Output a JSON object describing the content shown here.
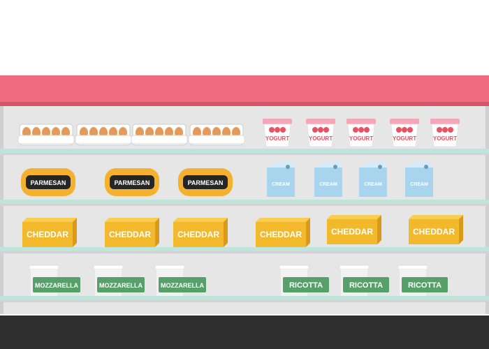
{
  "scene": {
    "colors": {
      "header_pink": "#f06a80",
      "back_wall": "#e6e6e6",
      "shelf_glass": "#bfe4d9",
      "shelf_edge": "#d3d3d3",
      "base_dark": "#2e2e2e",
      "egg": "#e39a5b",
      "egg_tray": "#ffffff",
      "parmesan": "#f4b12f",
      "parmesan_label": "#262626",
      "cream_carton": "#a8d4ee",
      "cheddar": "#f3b92d",
      "mozz_tub": "#f2f2f2",
      "mozz_label": "#58a06a",
      "ricotta_label": "#58a06a",
      "yogurt_lid": "#f7a6b7",
      "strawberry": "#e45463"
    },
    "shelf1": {
      "eggs": [
        {
          "name": "egg-carton"
        },
        {
          "name": "egg-carton"
        },
        {
          "name": "egg-carton"
        },
        {
          "name": "egg-carton"
        }
      ],
      "yogurt": [
        {
          "label": "YOGURT"
        },
        {
          "label": "YOGURT"
        },
        {
          "label": "YOGURT"
        },
        {
          "label": "YOGURT"
        },
        {
          "label": "YOGURT"
        }
      ]
    },
    "shelf2": {
      "parmesan": [
        {
          "label": "PARMESAN"
        },
        {
          "label": "PARMESAN"
        },
        {
          "label": "PARMESAN"
        }
      ],
      "cream": [
        {
          "label": "CREAM"
        },
        {
          "label": "CREAM"
        },
        {
          "label": "CREAM"
        },
        {
          "label": "CREAM"
        }
      ]
    },
    "shelf3": {
      "cheddar": [
        {
          "label": "CHEDDAR"
        },
        {
          "label": "CHEDDAR"
        },
        {
          "label": "CHEDDAR"
        },
        {
          "label": "CHEDDAR"
        },
        {
          "label": "CHEDDAR"
        },
        {
          "label": "CHEDDAR"
        }
      ]
    },
    "shelf4": {
      "mozzarella": [
        {
          "label": "MOZZARELLA"
        },
        {
          "label": "MOZZARELLA"
        },
        {
          "label": "MOZZARELLA"
        }
      ],
      "ricotta": [
        {
          "label": "RICOTTA"
        },
        {
          "label": "RICOTTA"
        },
        {
          "label": "RICOTTA"
        }
      ]
    }
  }
}
